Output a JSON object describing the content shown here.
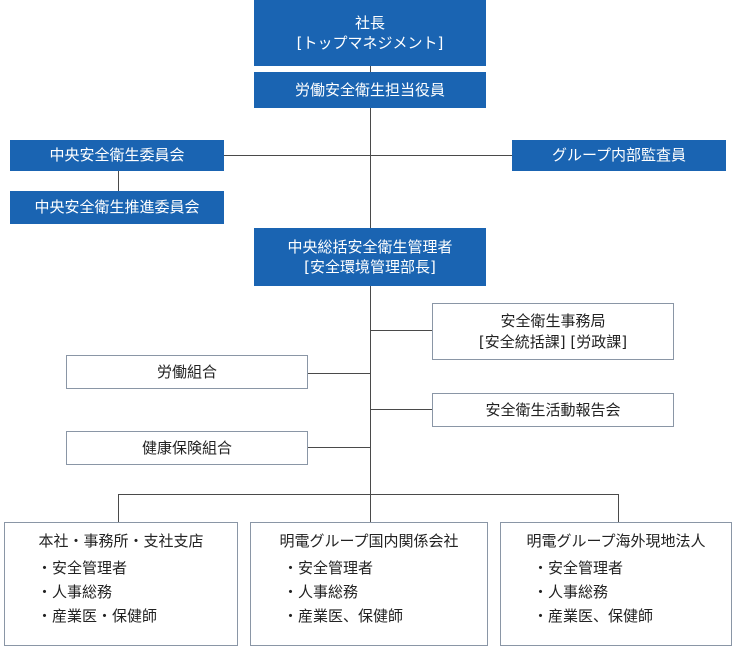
{
  "president": {
    "line1": "社長",
    "line2": "[トップマネジメント]"
  },
  "labor_safety_officer": "労働安全衛生担当役員",
  "central_committee": "中央安全衛生委員会",
  "central_promotion_committee": "中央安全衛生推進委員会",
  "group_internal_auditor": "グループ内部監査員",
  "general_manager": {
    "line1": "中央総括安全衛生管理者",
    "line2": "[安全環境管理部長]"
  },
  "secretariat": {
    "line1": "安全衛生事務局",
    "line2": "[安全統括課] [労政課]"
  },
  "labor_union": "労働組合",
  "activity_report_meeting": "安全衛生活動報告会",
  "health_insurance_union": "健康保険組合",
  "bottom_units": [
    {
      "title": "本社・事務所・支社支店",
      "items": [
        "・安全管理者",
        "・人事総務",
        "・産業医・保健師"
      ]
    },
    {
      "title": "明電グループ国内関係会社",
      "items": [
        "・安全管理者",
        "・人事総務",
        "・産業医、保健師"
      ]
    },
    {
      "title": "明電グループ海外現地法人",
      "items": [
        "・安全管理者",
        "・人事総務",
        "・産業医、保健師"
      ]
    }
  ]
}
